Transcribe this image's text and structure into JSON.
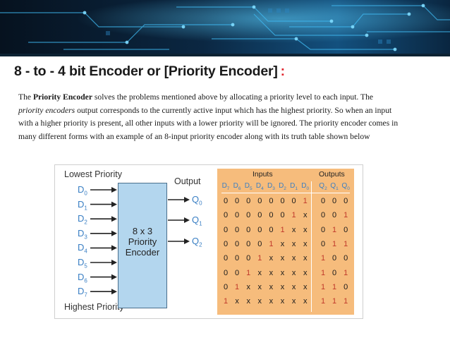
{
  "slide": {
    "title": "8 - to - 4 bit Encoder or [Priority Encoder]",
    "title_colon": ":",
    "paragraph": {
      "s1": "The ",
      "b1": "Priority Encoder",
      "s2": " solves the problems mentioned above by allocating a priority level to each input. The ",
      "i1": "priority encoders",
      "s3": " output corresponds to the currently active input which has the highest priority. So when an input with a higher priority is present, all other inputs with a lower priority will be ignored. The priority encoder comes in many different forms with an example of an 8-input priority encoder along with its truth table shown below"
    }
  },
  "diagram": {
    "lowest_priority": "Lowest Priority",
    "highest_priority": "Highest Priority",
    "output_label": "Output",
    "encoder_line1": "8 x 3",
    "encoder_line2": "Priority",
    "encoder_line3": "Encoder",
    "inputs": [
      "0",
      "1",
      "2",
      "3",
      "4",
      "5",
      "6",
      "7"
    ],
    "input_letter": "D",
    "outputs": [
      "0",
      "1",
      "2"
    ],
    "output_letter": "Q"
  },
  "truth_table": {
    "inputs_header": "Inputs",
    "outputs_header": "Outputs",
    "input_columns": [
      "7",
      "6",
      "5",
      "4",
      "3",
      "2",
      "1",
      "0"
    ],
    "output_columns": [
      "2",
      "1",
      "0"
    ],
    "rows": [
      {
        "inputs": [
          "0",
          "0",
          "0",
          "0",
          "0",
          "0",
          "0",
          "1"
        ],
        "outputs": [
          "0",
          "0",
          "0"
        ]
      },
      {
        "inputs": [
          "0",
          "0",
          "0",
          "0",
          "0",
          "0",
          "1",
          "x"
        ],
        "outputs": [
          "0",
          "0",
          "1"
        ]
      },
      {
        "inputs": [
          "0",
          "0",
          "0",
          "0",
          "0",
          "1",
          "x",
          "x"
        ],
        "outputs": [
          "0",
          "1",
          "0"
        ]
      },
      {
        "inputs": [
          "0",
          "0",
          "0",
          "0",
          "1",
          "x",
          "x",
          "x"
        ],
        "outputs": [
          "0",
          "1",
          "1"
        ]
      },
      {
        "inputs": [
          "0",
          "0",
          "0",
          "1",
          "x",
          "x",
          "x",
          "x"
        ],
        "outputs": [
          "1",
          "0",
          "0"
        ]
      },
      {
        "inputs": [
          "0",
          "0",
          "1",
          "x",
          "x",
          "x",
          "x",
          "x"
        ],
        "outputs": [
          "1",
          "0",
          "1"
        ]
      },
      {
        "inputs": [
          "0",
          "1",
          "x",
          "x",
          "x",
          "x",
          "x",
          "x"
        ],
        "outputs": [
          "1",
          "1",
          "0"
        ]
      },
      {
        "inputs": [
          "1",
          "x",
          "x",
          "x",
          "x",
          "x",
          "x",
          "x"
        ],
        "outputs": [
          "1",
          "1",
          "1"
        ]
      }
    ]
  },
  "colors": {
    "banner": "#0a1c30",
    "accent_colon": "#e0242c",
    "encoder_fill": "#b3d6ee",
    "table_fill": "#f6bc7c",
    "label_blue": "#3a7fc4"
  }
}
